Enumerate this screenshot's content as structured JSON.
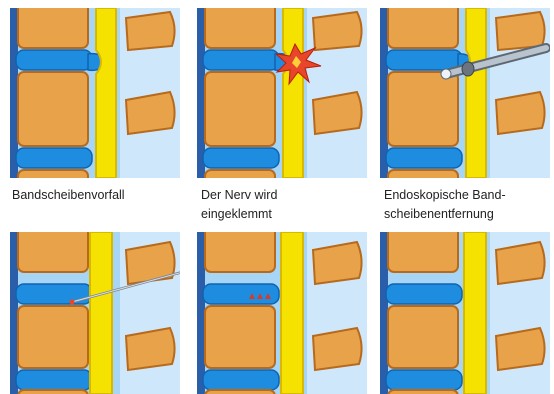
{
  "colors": {
    "vertebra": "#e8a24a",
    "vertebra_edge": "#b86a1c",
    "disc": "#1e8de0",
    "cord": "#f5e200",
    "cord_edge": "#d8b800",
    "background": "#9ed0f5",
    "injury": "#e8462a",
    "instrument": "#9aa6b2"
  },
  "captions": {
    "step1": {
      "line1": "Bandscheibenvorfall",
      "line2": ""
    },
    "step2": {
      "line1": "Der Nerv wird",
      "line2": "eingeklemmt"
    },
    "step3": {
      "line1": "Endoskopische Band-",
      "line2": "scheibenentfernung"
    }
  }
}
